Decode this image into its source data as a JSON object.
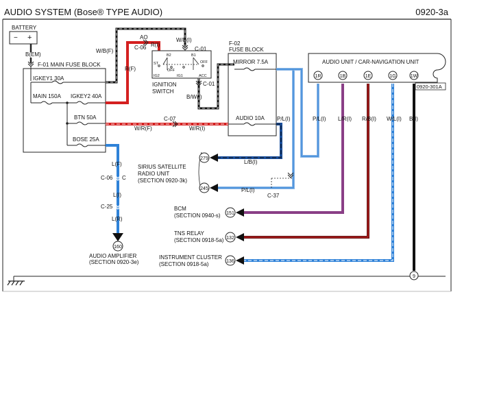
{
  "header": {
    "title": "AUDIO SYSTEM (Bose® TYPE AUDIO)",
    "code": "0920-3a"
  },
  "battery": {
    "label": "BATTERY",
    "plus": "+",
    "minus": "−"
  },
  "main_fuse_block": {
    "connector": "B(EM)",
    "title": "F-01 MAIN FUSE BLOCK",
    "fuses": {
      "igkey1": "IGKEY1 30A",
      "main": "MAIN 150A",
      "igkey2": "IGKEY2 40A",
      "btn": "BTN 50A",
      "bose": "BOSE 25A"
    }
  },
  "ignition_switch": {
    "title_line1": "IGNITION",
    "title_line2": "SWITCH",
    "connector": "C-01",
    "connector_bottom": "C-01",
    "wire_in": "W/B(I)",
    "wire_out": "B/W(I)",
    "positions": {
      "b2": "B2",
      "b1": "B1",
      "st": "ST",
      "ig2": "IG2",
      "ig1": "IG1",
      "acc": "ACC",
      "off1": "OFF",
      "off2": "OFF"
    }
  },
  "wires": {
    "wbf": "W/B(F)",
    "ao": "AO",
    "c06_top": "C-06",
    "ri": "R(I)",
    "rf": "R(F)",
    "wrf": "W/R(F)",
    "c07": "C-07",
    "wri": "W/R(I)",
    "lf": "L(F)",
    "c06_mid": "C-06",
    "c_label": "C",
    "li": "L(I)",
    "c25": "C-25",
    "lr": "L(R)",
    "pli_a": "P/L(I)",
    "pli_b": "P/L(I)",
    "pli_c": "P/L(I)",
    "lbi": "L/B(I)",
    "c37": "C-37"
  },
  "fuse_block_f02": {
    "title_line1": "F-02",
    "title_line2": "FUSE BLOCK",
    "mirror": "MIRROR 7.5A",
    "audio": "AUDIO 10A"
  },
  "audio_unit": {
    "title": "AUDIO UNIT / CAR-NAVIGATION UNIT",
    "connector": "0920-301A",
    "pins": [
      "1R",
      "1B",
      "1E",
      "1G",
      "1W"
    ],
    "wires": [
      "P/L(I)",
      "L/R(I)",
      "R/B(I)",
      "W/L(I)",
      "B(I)"
    ]
  },
  "destinations": {
    "sirius_line1": "SIRIUS SATELLITE",
    "sirius_line2": "RADIO UNIT",
    "sirius_line3": "(SECTION 0920-3k)",
    "sirius_pin1": "279",
    "sirius_pin2": "245",
    "bcm_line1": "BCM",
    "bcm_line2": "(SECTION 0940-s)",
    "bcm_pin": "151",
    "tns_line1": "TNS RELAY",
    "tns_line2": "(SECTION 0918-5a)",
    "tns_pin": "132",
    "cluster_line1": "INSTRUMENT CLUSTER",
    "cluster_line2": "(SECTION 0918-5a)",
    "cluster_pin": "136",
    "amp_line1": "AUDIO AMPLIFIER",
    "amp_line2": "(SECTION 0920-3e)",
    "amp_pin": "160",
    "ground_pin": "9"
  },
  "colors": {
    "red": "#d42020",
    "blue": "#2f82d8",
    "purple": "#8a3f86",
    "darkred": "#6b1616",
    "black": "#111111"
  }
}
